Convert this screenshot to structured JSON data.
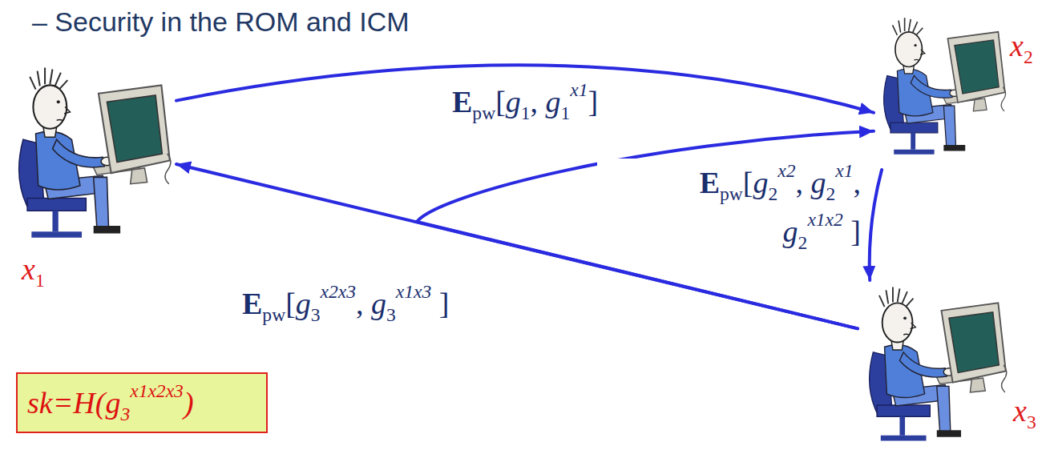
{
  "diagram": {
    "nodes": [
      {
        "text": [
          "x1"
        ]
      },
      {
        "text": [
          "x2"
        ]
      },
      {
        "text": [
          "x3"
        ]
      },
      {
        "text": [
          "sk=H(g3x1x2x3)"
        ]
      }
    ],
    "edges": [
      {
        "from": 0,
        "to": 1,
        "arrow": "to",
        "label": "Epw[g1, g1x1]"
      },
      {
        "from": 1,
        "to": 2,
        "arrow": "to",
        "label": "Epw[g2x2, g2x1, g2x1x2 ]"
      },
      {
        "from": 2,
        "to": 0,
        "arrow": "to",
        "label": "Epw[g3x2x3, g3x1x3 ]"
      },
      {
        "from": 2,
        "to": 1,
        "arrow": "to"
      }
    ],
    "labels": [
      "– Security in the ROM and ICM"
    ]
  }
}
